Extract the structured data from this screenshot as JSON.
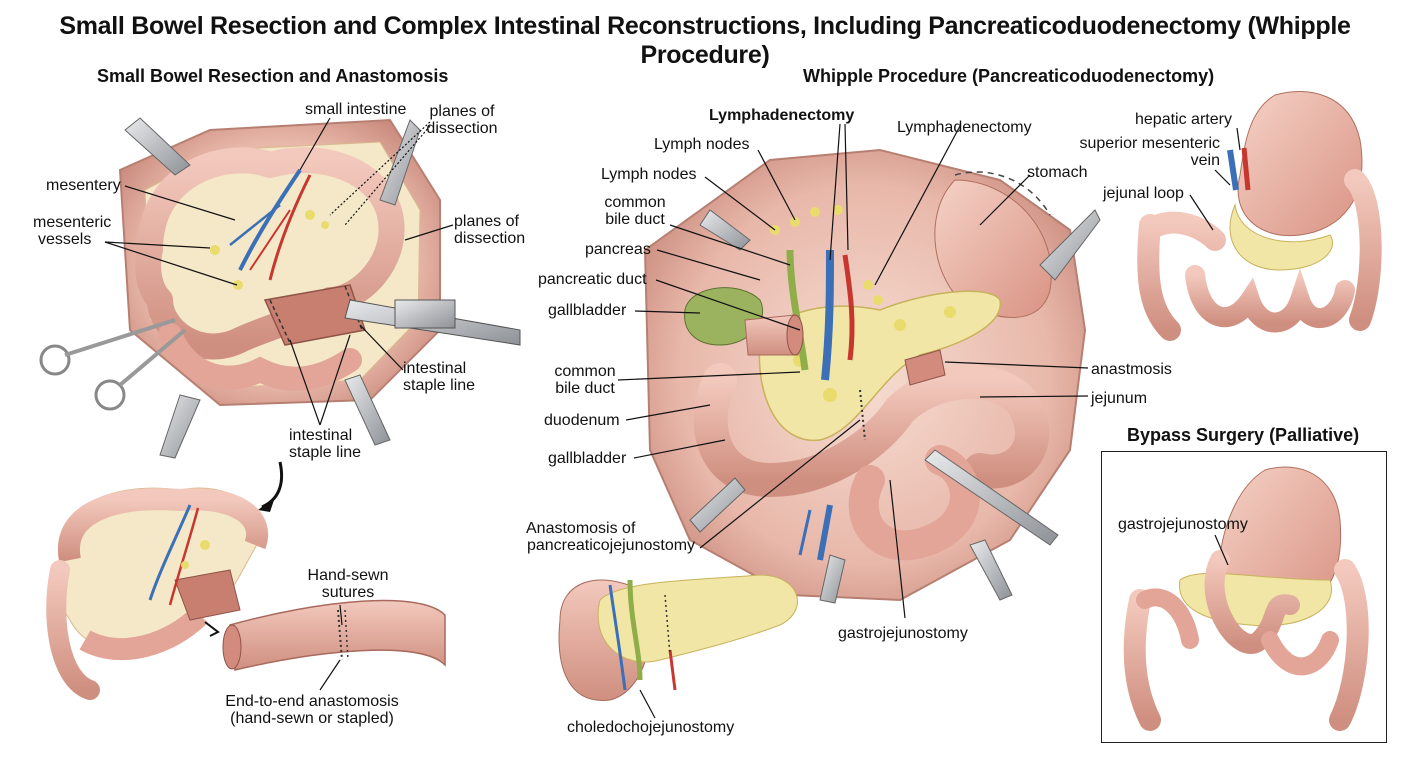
{
  "title": "Small Bowel Resection and Complex Intestinal Reconstructions, Including Pancreaticoduodenectomy (Whipple Procedure)",
  "panels": {
    "resection": {
      "title": "Small Bowel Resection and Anastomosis",
      "labels": {
        "small_intestine": "small intestine",
        "planes_top_1": "planes of",
        "planes_top_2": "dissection",
        "mesentery": "mesentery",
        "mesenteric_1": "mesenteric",
        "mesenteric_2": "vessels",
        "planes_right_1": "planes of",
        "planes_right_2": "dissection",
        "staple_right_1": "intestinal",
        "staple_right_2": "staple line",
        "staple_bottom_1": "intestinal",
        "staple_bottom_2": "staple line",
        "hand_sewn_1": "Hand-sewn",
        "hand_sewn_2": "sutures",
        "end_to_end_1": "End-to-end anastomosis",
        "end_to_end_2": "(hand-sewn or stapled)"
      }
    },
    "whipple": {
      "title": "Whipple Procedure (Pancreaticoduodenectomy)",
      "labels": {
        "lymphadenectomy_bold": "Lymphadenectomy",
        "lymphadenectomy": "Lymphadenectomy",
        "lymph_nodes_1": "Lymph nodes",
        "lymph_nodes_2": "Lymph nodes",
        "common_bile_duct_top_1": "common",
        "common_bile_duct_top_2": "bile duct",
        "pancreas": "pancreas",
        "pancreatic_duct": "pancreatic duct",
        "gallbladder_top": "gallbladder",
        "common_bile_duct_mid_1": "common",
        "common_bile_duct_mid_2": "bile duct",
        "duodenum": "duodenum",
        "gallbladder_bottom": "gallbladder",
        "anastomosis_1": "Anastomosis of",
        "anastomosis_2": "pancreaticojejunostomy",
        "stomach": "stomach",
        "anastmosis": "anastmosis",
        "jejunum": "jejunum",
        "gastrojejunostomy": "gastrojejunostomy",
        "choledochojejunostomy": "choledochojejunostomy",
        "hepatic_artery": "hepatic artery",
        "smv_1": "superior mesenteric",
        "smv_2": "vein",
        "jejunal_loop": "jejunal loop"
      }
    },
    "bypass": {
      "title": "Bypass Surgery (Palliative)",
      "labels": {
        "gastrojejunostomy": "gastrojejunostomy"
      }
    }
  },
  "colors": {
    "bowel": "#e9b4a8",
    "bowel_dark": "#b9786b",
    "fat": "#f1e6a6",
    "vein": "#3b6fb8",
    "artery": "#c8372f",
    "steel": "#a9acb0",
    "tissue": "#d99a8c"
  }
}
